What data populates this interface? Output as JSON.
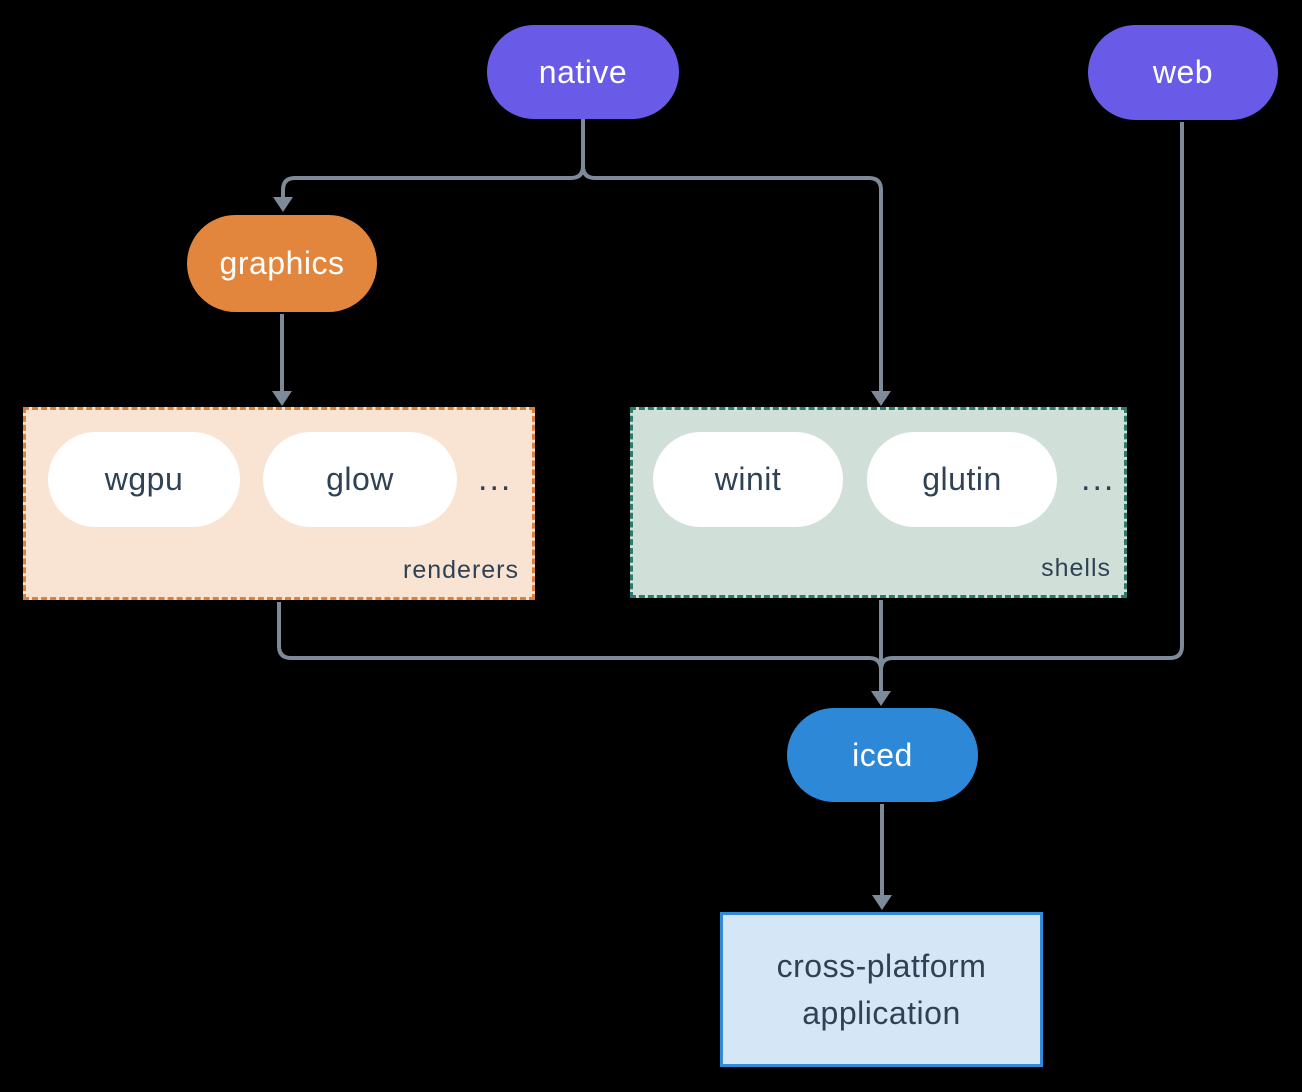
{
  "canvas": {
    "background": "#000000"
  },
  "nodes": {
    "native": {
      "label": "native",
      "fill": "#695BE8",
      "text_color": "#FFFFFF"
    },
    "web": {
      "label": "web",
      "fill": "#695BE8",
      "text_color": "#FFFFFF"
    },
    "graphics": {
      "label": "graphics",
      "fill": "#E2863E",
      "text_color": "#FFFFFF"
    },
    "iced": {
      "label": "iced",
      "fill": "#2E88D8",
      "text_color": "#FFFFFF"
    },
    "app": {
      "lines": [
        "cross-platform",
        "application"
      ],
      "fill": "#D5E7F7",
      "border": "#338AD8",
      "text_color": "#2F4254"
    }
  },
  "groups": {
    "renderers": {
      "label": "renderers",
      "items": [
        "wgpu",
        "glow"
      ],
      "ellipsis": "...",
      "fill": "#F9E3D2",
      "border": "#E07F39"
    },
    "shells": {
      "label": "shells",
      "items": [
        "winit",
        "glutin"
      ],
      "ellipsis": "...",
      "fill": "#D0E0D9",
      "border": "#2B7C6C"
    }
  },
  "edges": [
    {
      "from": "native",
      "to": "graphics"
    },
    {
      "from": "native",
      "to": "shells"
    },
    {
      "from": "graphics",
      "to": "renderers"
    },
    {
      "from": "renderers",
      "to": "iced"
    },
    {
      "from": "shells",
      "to": "iced"
    },
    {
      "from": "web",
      "to": "iced"
    },
    {
      "from": "iced",
      "to": "app"
    }
  ],
  "style": {
    "line_color": "#7D8B99",
    "dark_text": "#2F4254"
  }
}
